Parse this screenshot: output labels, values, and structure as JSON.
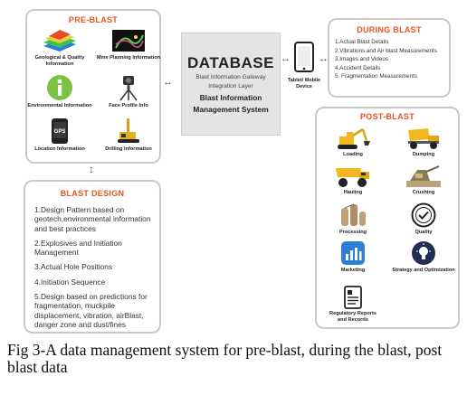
{
  "pre_blast": {
    "title": "PRE-BLAST",
    "items": [
      {
        "label": "Geological & Quality Information"
      },
      {
        "label": "Mine Planning Information"
      },
      {
        "label": "Environmental Information"
      },
      {
        "label": "Face Profile Info"
      },
      {
        "label": "Location Information"
      },
      {
        "label": "Drilling Information"
      }
    ],
    "gps_label": "GPS"
  },
  "database": {
    "title": "DATABASE",
    "subtitle_1": "Blast Information Gateway",
    "subtitle_2": "Integration Layer",
    "main_1": "Blast Information",
    "main_2": "Management System"
  },
  "device": {
    "label": "Tablet/ Mobile Device"
  },
  "during_blast": {
    "title": "DURING BLAST",
    "items": [
      "1.Actual Blast Details",
      "2.Vibrations and Air blast Measurements",
      "3.Images and Videos",
      "4.Accident Details",
      "5. Fragmentation Measurements"
    ]
  },
  "post_blast": {
    "title": "POST-BLAST",
    "items": [
      {
        "label": "Loading"
      },
      {
        "label": "Dumping"
      },
      {
        "label": "Hauling"
      },
      {
        "label": "Crushing"
      },
      {
        "label": "Processing"
      },
      {
        "label": "Quality"
      },
      {
        "label": "Marketing"
      },
      {
        "label": "Strategy and Optimization"
      },
      {
        "label": "Regulatory Reports and Records"
      }
    ]
  },
  "blast_design": {
    "title": "BLAST DESIGN",
    "items": [
      "1.Design Pattern based on geotech,environmental information and best practices",
      "2.Explosives and Initiation Management",
      "3.Actual Hole Positions",
      "4.Initiation Sequence",
      "5.Design based on predictions for fragmentation, muckpile displacement, vibration, airBlast, danger zone and dust/fines"
    ]
  },
  "caption": "Fig 3-A data management system for pre-blast, during the blast, post blast data",
  "colors": {
    "accent": "#e8541e",
    "box_border": "#c9c9c9",
    "database_bg": "#e4e4e4"
  }
}
